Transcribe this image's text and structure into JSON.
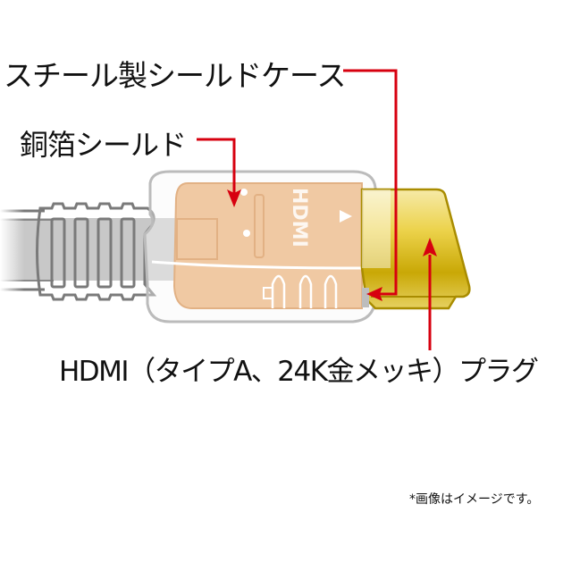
{
  "labels": {
    "steel_case": "スチール製シールドケース",
    "copper_foil": "銅箔シールド",
    "plug": "HDMI（タイプA、24K金メッキ）プラグ",
    "note": "*画像はイメージです。"
  },
  "connector_logo": "HDMI",
  "colors": {
    "leader_line": "#d7000f",
    "gold_plug": "#d9bf1e",
    "copper_shield": "#f0c9a3",
    "cable_outline": "#7a7a7a",
    "text": "#111111"
  }
}
